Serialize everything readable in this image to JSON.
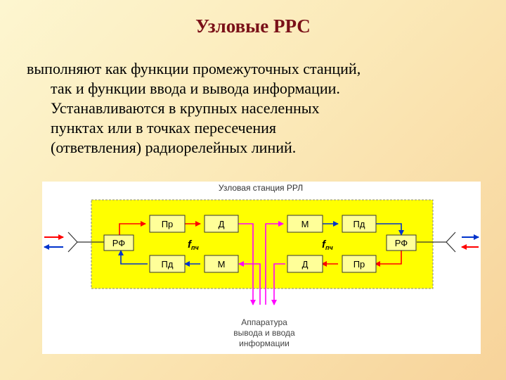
{
  "slide": {
    "title": "Узловые РРС",
    "paragraph_lines": [
      "выполняют как функции промежуточных станций,",
      "так и функции ввода и вывода информации.",
      "Устанавливаются  в крупных населенных",
      "пунктах или в точках пересечения",
      "(ответвления) радиорелейных линий."
    ]
  },
  "diagram": {
    "caption": "Узловая станция РРЛ",
    "blocks": {
      "rf_left": "РФ",
      "rf_right": "РФ",
      "pr_top": "Пр",
      "d_top": "Д",
      "m_top": "М",
      "pd_top": "Пд",
      "pd_bottom_left": "Пд",
      "m_bottom_left": "М",
      "d_bottom_right": "Д",
      "pr_bottom_right": "Пр"
    },
    "fpch_main": "f",
    "fpch_sub": "пч",
    "equipment_lines": [
      "Аппаратура",
      "вывода и ввода",
      "информации"
    ],
    "colors": {
      "station_fill": "#ffff00",
      "block_fill": "#ffff99",
      "arrow_red": "#ff0000",
      "arrow_blue": "#0033cc",
      "arrow_magenta": "#ff00ff",
      "title_color": "#7a1018"
    }
  }
}
